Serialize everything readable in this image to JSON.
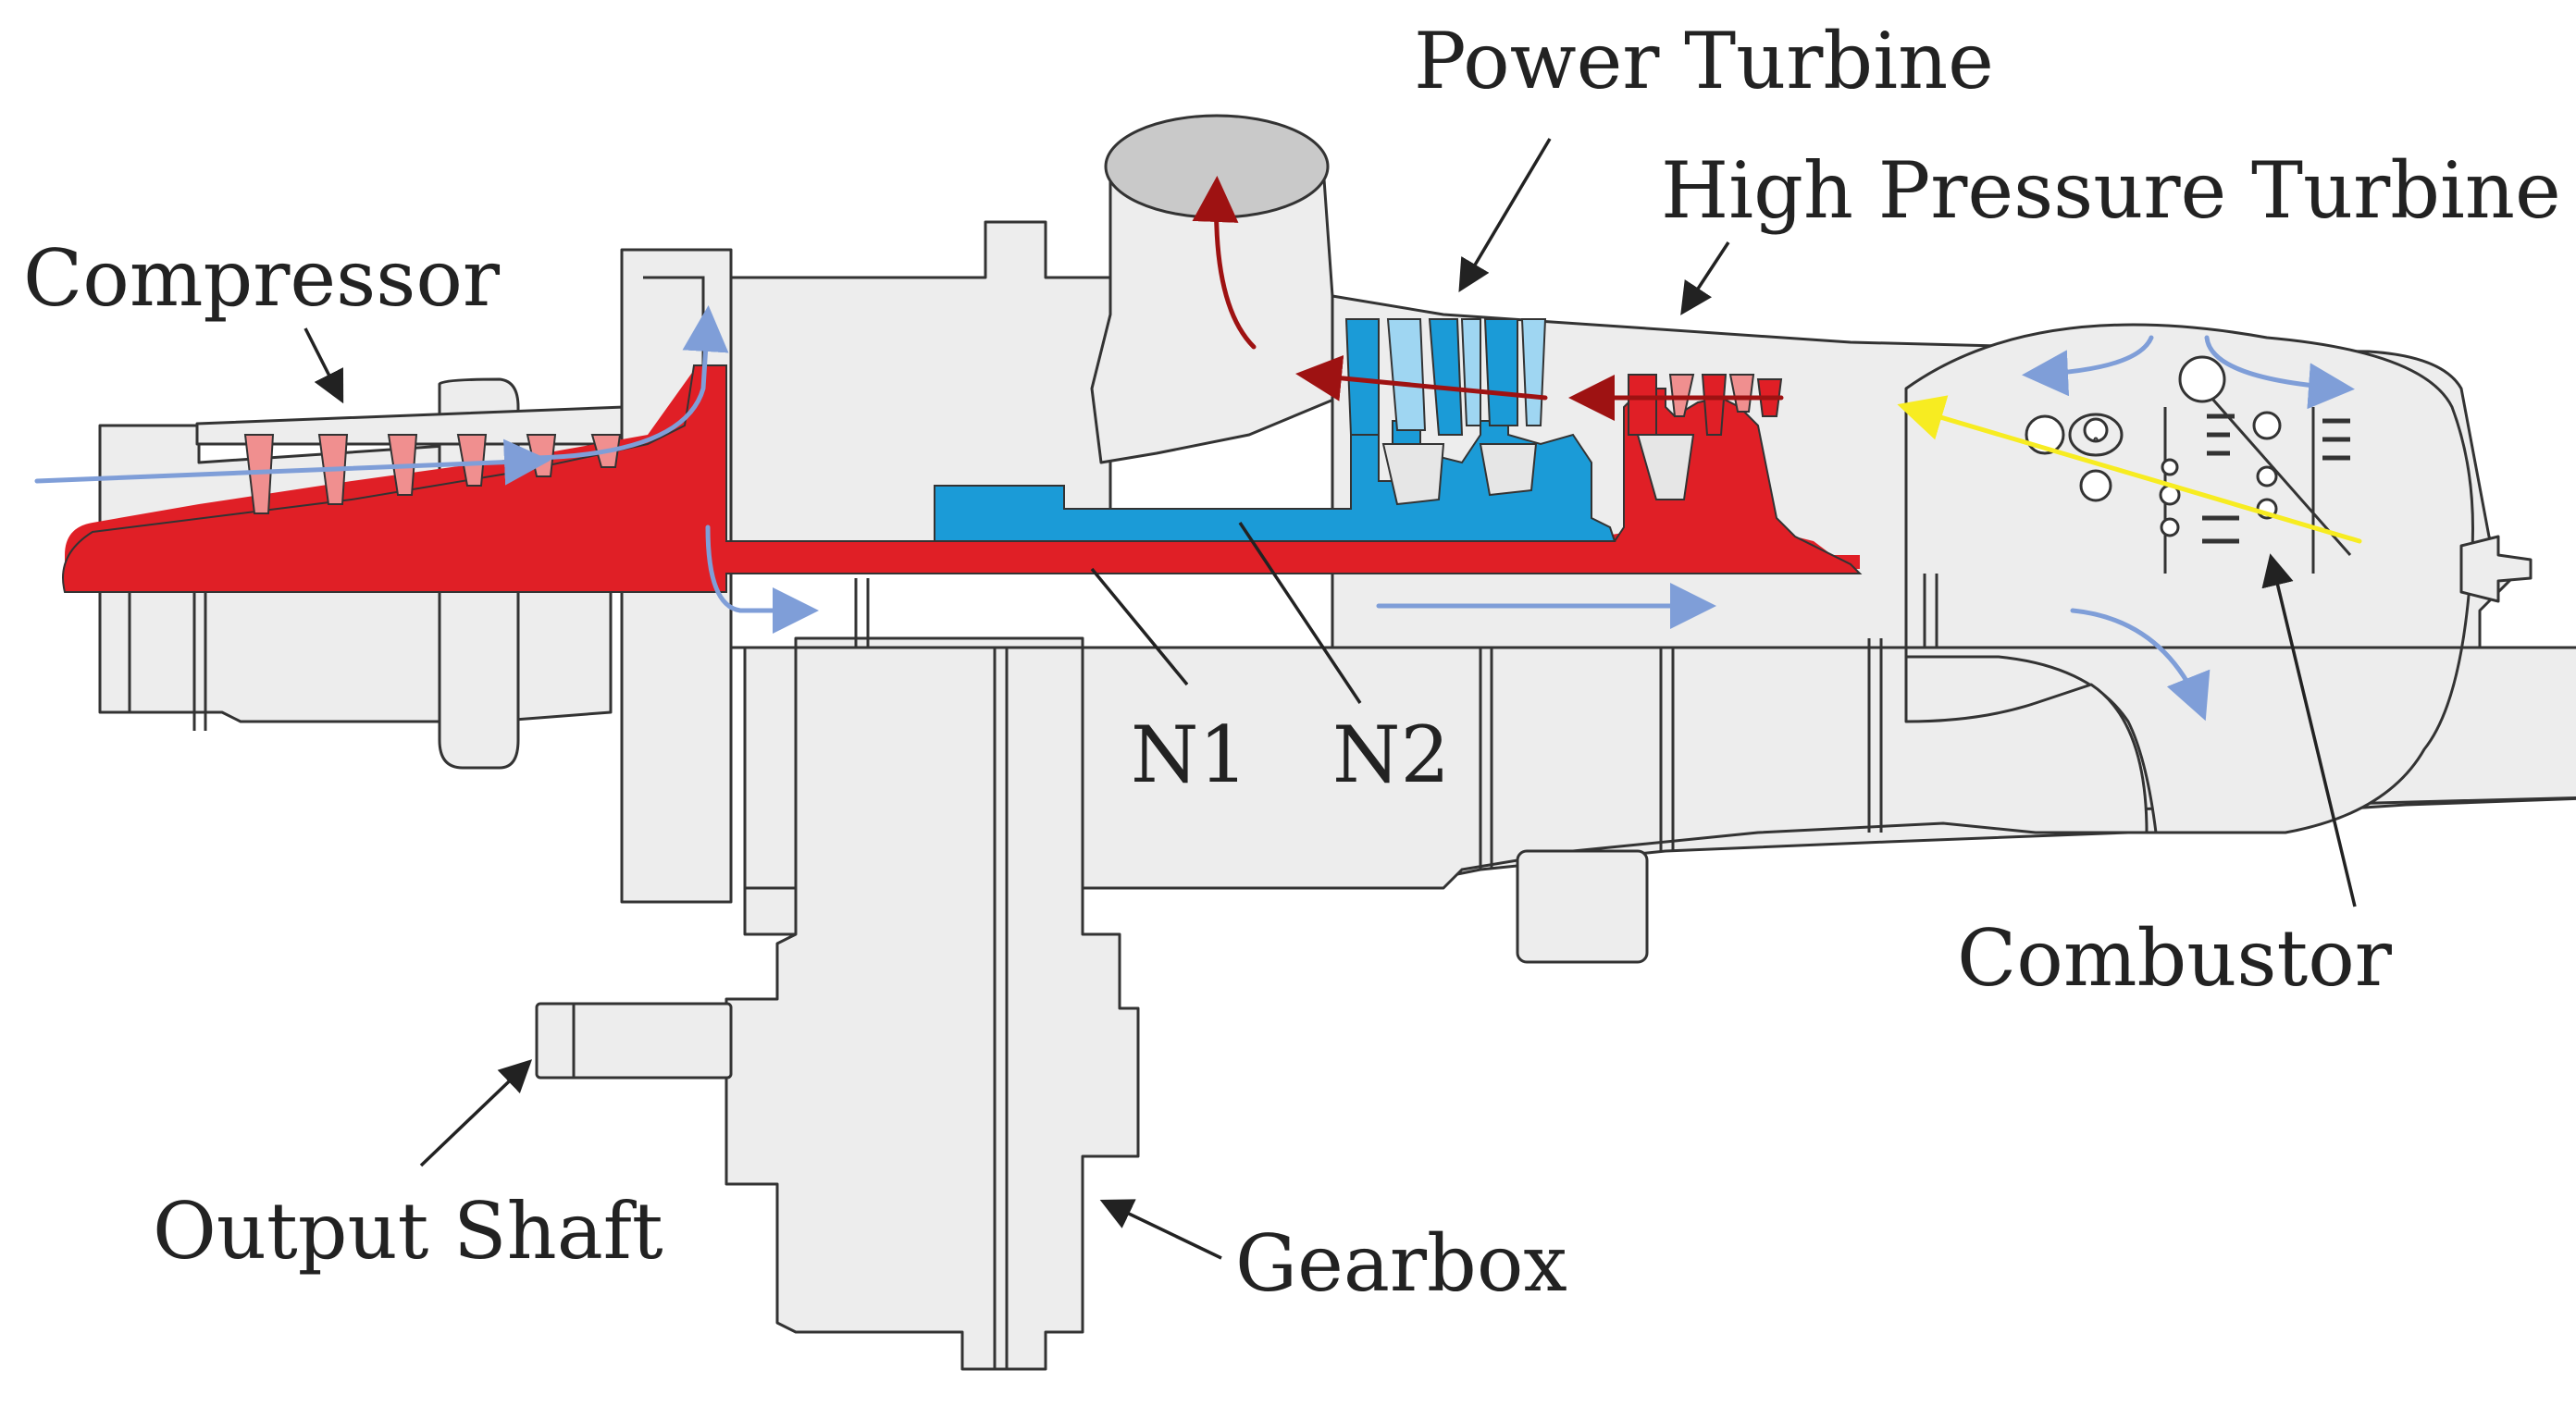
{
  "labels": {
    "power_turbine": "Power Turbine",
    "high_pressure_turbine": "High Pressure Turbine",
    "compressor": "Compressor",
    "n1": "N1",
    "n2": "N2",
    "combustor": "Combustor",
    "output_shaft": "Output Shaft",
    "gearbox": "Gearbox"
  },
  "colors": {
    "n1_spool": "#e01f26",
    "n1_blades": "#f08f8f",
    "n2_spool": "#1b9bd7",
    "n2_blades": "#9fd6f2",
    "cold_flow": "#7f9ed8",
    "hot_flow": "#9e1212",
    "fuel_flow": "#f7ec21",
    "casing": "#ededed",
    "outline": "#333333"
  }
}
